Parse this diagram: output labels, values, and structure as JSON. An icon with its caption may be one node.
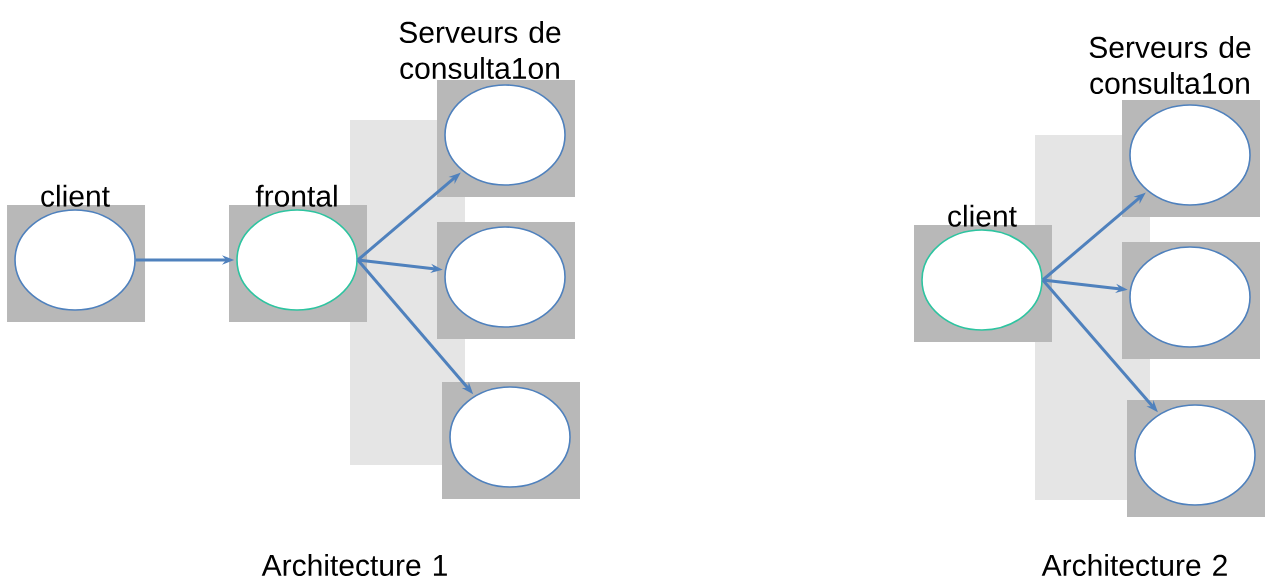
{
  "diagram": {
    "nodes": [
      {
        "text": [
          "client"
        ]
      },
      {
        "text": [
          "frontal"
        ]
      },
      {
        "text": [],
        "shape": "circle"
      },
      {
        "text": [],
        "shape": "circle"
      },
      {
        "text": [],
        "shape": "circle"
      },
      {
        "text": [
          "client"
        ]
      },
      {
        "text": [],
        "shape": "circle"
      },
      {
        "text": [],
        "shape": "circle"
      },
      {
        "text": [],
        "shape": "circle"
      }
    ],
    "edges": [
      {
        "from": 0,
        "to": 1,
        "arrow": "to"
      },
      {
        "from": 1,
        "to": 2,
        "arrow": "to"
      },
      {
        "from": 1,
        "to": 3,
        "arrow": "to"
      },
      {
        "from": 1,
        "to": 4,
        "arrow": "to"
      },
      {
        "from": 5,
        "to": 6,
        "arrow": "to"
      },
      {
        "from": 5,
        "to": 7,
        "arrow": "to"
      },
      {
        "from": 5,
        "to": 8,
        "arrow": "to"
      }
    ],
    "labels": [
      "Serveurs de consulta1on",
      "Serveurs de consulta1on",
      "Architecture 1",
      "Architecture 2"
    ]
  }
}
